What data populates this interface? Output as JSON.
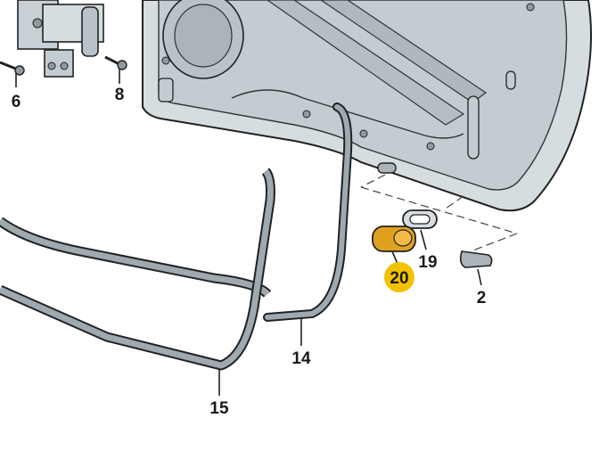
{
  "diagram": {
    "colors": {
      "outline": "#222222",
      "panel": "#d6dde1",
      "panel_dark": "#aab4ba",
      "seal": "#9ea9b0",
      "highlight_badge": "#f2c200",
      "highlight_part": "#e0a21e"
    },
    "callouts": [
      {
        "id": "6",
        "label": "6"
      },
      {
        "id": "8",
        "label": "8"
      },
      {
        "id": "14",
        "label": "14"
      },
      {
        "id": "15",
        "label": "15"
      },
      {
        "id": "19",
        "label": "19"
      },
      {
        "id": "20",
        "label": "20",
        "highlighted": true
      },
      {
        "id": "2",
        "label": "2"
      }
    ]
  }
}
